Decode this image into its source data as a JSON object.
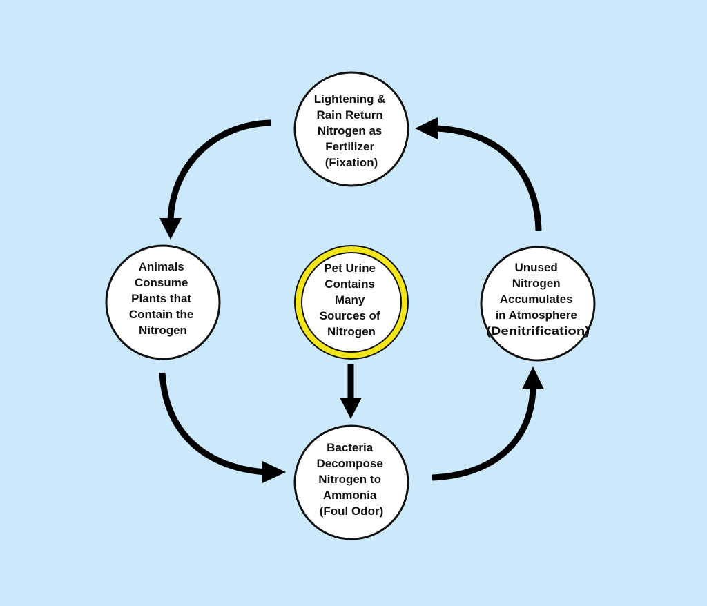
{
  "colors": {
    "background": "#cce9fc",
    "node_fill": "#ffffff",
    "node_stroke": "#111111",
    "highlight_ring": "#f2e51a",
    "arrow": "#000000"
  },
  "nodes": {
    "fixation": {
      "lines": [
        "Lightening &",
        "Rain Return",
        "Nitrogen as",
        "Fertilizer",
        "(Fixation)"
      ]
    },
    "animals": {
      "lines": [
        "Animals",
        "Consume",
        "Plants that",
        "Contain the",
        "Nitrogen"
      ]
    },
    "pet_urine": {
      "lines": [
        "Pet Urine",
        "Contains",
        "Many",
        "Sources of",
        "Nitrogen"
      ]
    },
    "denitrification": {
      "lines": [
        "Unused",
        "Nitrogen",
        "Accumulates",
        "in Atmosphere",
        "(Denitrification)"
      ]
    },
    "bacteria": {
      "lines": [
        "Bacteria",
        "Decompose",
        "Nitrogen to",
        "Ammonia",
        "(Foul Odor)"
      ]
    }
  },
  "edges": [
    {
      "from": "fixation",
      "to": "animals"
    },
    {
      "from": "animals",
      "to": "bacteria"
    },
    {
      "from": "pet_urine",
      "to": "bacteria"
    },
    {
      "from": "bacteria",
      "to": "denitrification"
    },
    {
      "from": "denitrification",
      "to": "fixation"
    }
  ]
}
